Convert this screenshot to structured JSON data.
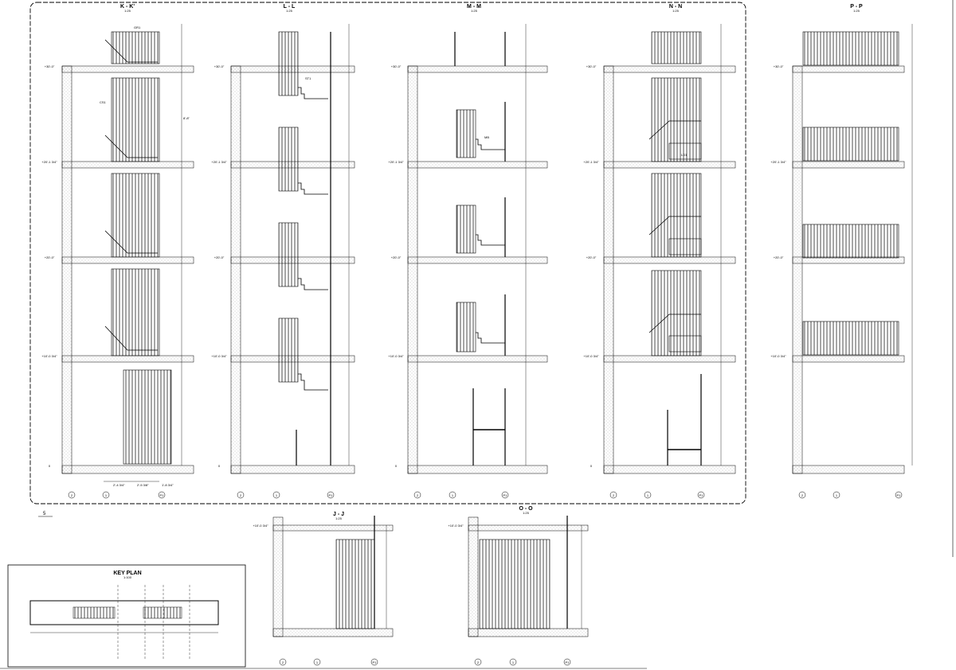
{
  "sections": [
    {
      "id": "k",
      "title": "K - K'",
      "scale": "1:25"
    },
    {
      "id": "l",
      "title": "L - L",
      "scale": "1:25"
    },
    {
      "id": "m",
      "title": "M - M",
      "scale": "1:25"
    },
    {
      "id": "n",
      "title": "N - N",
      "scale": "1:25"
    },
    {
      "id": "p",
      "title": "P - P",
      "scale": "1:25"
    },
    {
      "id": "j",
      "title": "J - J",
      "scale": "1:25"
    },
    {
      "id": "o",
      "title": "O - O",
      "scale": "1:25"
    }
  ],
  "key_plan": {
    "title": "KEY PLAN",
    "scale": "1:100"
  },
  "revision_tag": "5",
  "levels": [
    "+30'-0\"",
    "+20'-1 3/4\"",
    "+20'-0\"",
    "+10'-0 3/4\"",
    "0"
  ],
  "grid_bubbles": [
    "2",
    "1",
    "P1"
  ],
  "dims": {
    "bay_a": "2'-4 3/4\"",
    "bay_b": "2'-5 3/8\"",
    "bay_c": "1'-8 3/4\"",
    "height": "8'-8\""
  },
  "tags": {
    "guardrail": "GR1",
    "stair": "ST1",
    "landing": "LD1",
    "post": "CS1",
    "beam": "MB"
  },
  "colors": {
    "line": "#000000",
    "background": "#ffffff"
  }
}
